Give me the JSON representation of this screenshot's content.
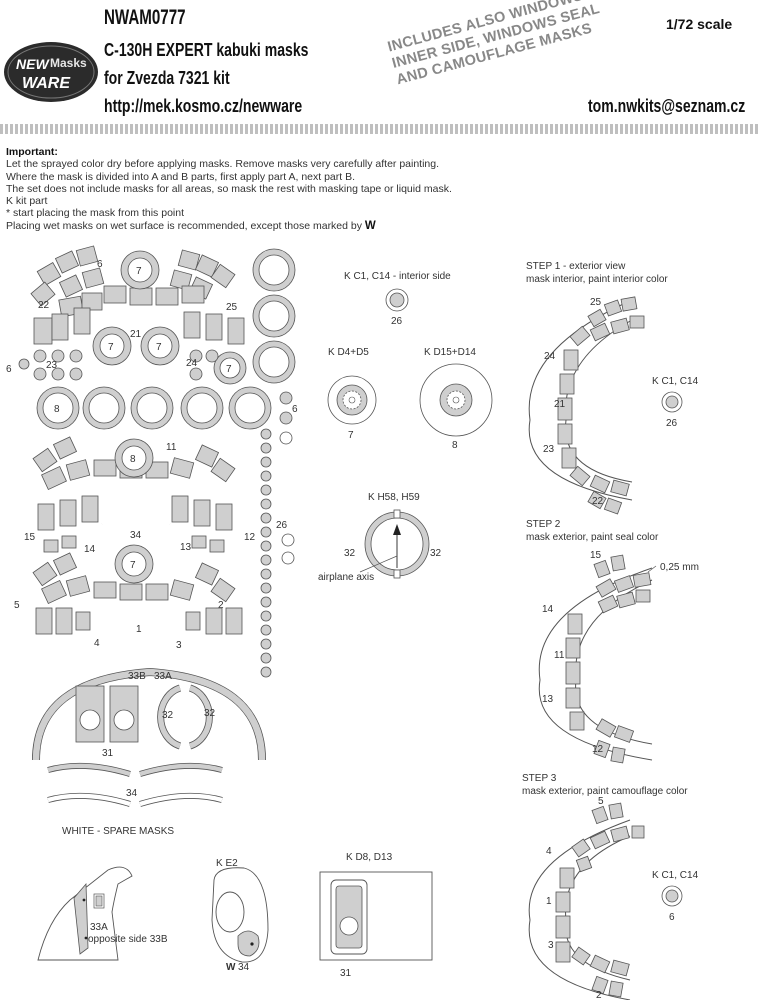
{
  "header": {
    "code": "NWAM0777",
    "scale": "1/72 scale",
    "product": "C-130H EXPERT kabuki masks",
    "kit": "for Zvezda 7321 kit",
    "url": "http://mek.kosmo.cz/newware",
    "email": "tom.nwkits@seznam.cz"
  },
  "logo": {
    "line1": "NEW",
    "line2": "Masks",
    "line3": "WARE"
  },
  "stamp": [
    "INCLUDES ALSO WINDOWS",
    "INNER SIDE, WINDOWS SEAL",
    "AND CAMOUFLAGE MASKS"
  ],
  "notes": {
    "title": "Important:",
    "lines": [
      "Let the sprayed color dry before applying masks. Remove masks very carefully after painting.",
      "Where the mask is divided into A and B parts, first apply part A, next part B.",
      "The set does not include masks for all areas, so mask the rest with masking tape or liquid mask.",
      "K kit part",
      "*  start placing the mask from this point",
      "Placing wet masks on wet surface is recommended, except those marked by"
    ],
    "wet_mark": "W"
  },
  "sheet": {
    "labels": {
      "l6a": "6",
      "l7a": "7",
      "l22": "22",
      "l25": "25",
      "l21": "21",
      "l7b": "7",
      "l7c": "7",
      "l6b": "6",
      "l23": "23",
      "l24": "24",
      "l7d": "7",
      "l8a": "8",
      "l6c": "6",
      "l8b": "8",
      "l11": "11",
      "l26a": "26",
      "l34a": "34",
      "l15": "15",
      "l14": "14",
      "l13": "13",
      "l12": "12",
      "l7e": "7",
      "l5": "5",
      "l2": "2",
      "l1": "1",
      "l4": "4",
      "l3": "3",
      "l33b": "33B",
      "l33a": "33A",
      "l32a": "32",
      "l32b": "32",
      "l31": "31",
      "l34b": "34"
    },
    "spare_caption": "WHITE - SPARE MASKS"
  },
  "kit_parts": {
    "c1_caption": "K C1, C14 - interior side",
    "c1_num": "26",
    "d4_caption": "K D4+D5",
    "d4_num": "7",
    "d15_caption": "K D15+D14",
    "d15_num": "8",
    "h58_caption": "K H58, H59",
    "h58_left": "32",
    "h58_right": "32",
    "axis_label": "airplane axis",
    "e2_caption": "K E2",
    "e2_num": "34",
    "e2_mark": "W",
    "d8_caption": "K D8, D13",
    "d8_num": "31",
    "fuselage_33a": "33A",
    "fuselage_opposite": "opposite side 33B"
  },
  "steps": [
    {
      "title": "STEP 1 - exterior view",
      "desc": "mask interior, paint interior color",
      "nums": [
        "25",
        "24",
        "21",
        "23",
        "22"
      ],
      "side_caption": "K C1, C14",
      "side_num": "26"
    },
    {
      "title": "STEP 2",
      "desc": "mask exterior, paint seal color",
      "nums": [
        "15",
        "14",
        "11",
        "13",
        "12"
      ],
      "dim": "0,25 mm"
    },
    {
      "title": "STEP 3",
      "desc": "mask exterior, paint camouflage color",
      "nums": [
        "5",
        "4",
        "1",
        "3",
        "2"
      ],
      "side_caption": "K C1, C14",
      "side_num": "6"
    }
  ],
  "colors": {
    "mask_fill": "#cfcfcf",
    "outline": "#555555",
    "text": "#333333"
  }
}
